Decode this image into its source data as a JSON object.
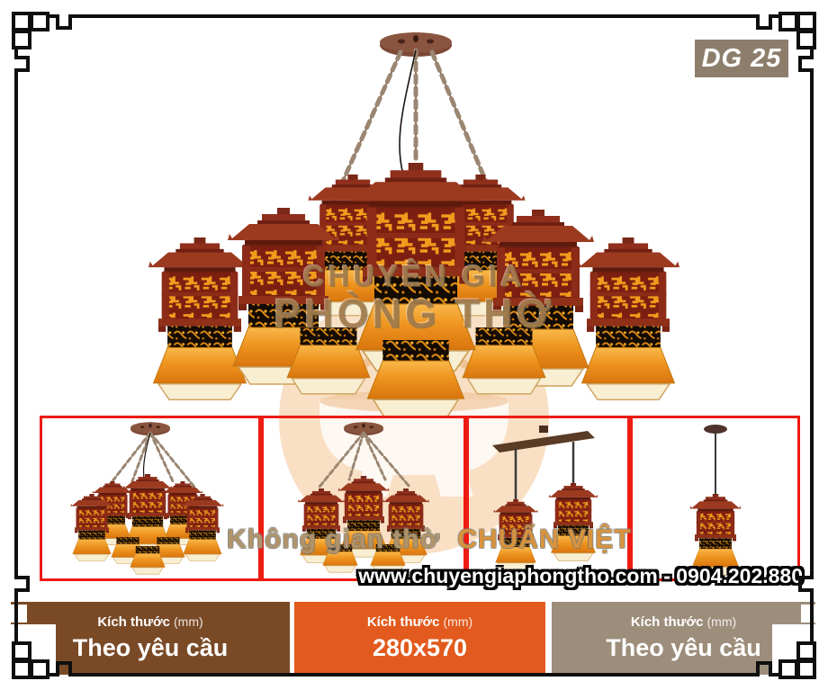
{
  "badge": {
    "label": "DG 25",
    "bg_color": "#8d7e6c"
  },
  "frame": {
    "color": "#111111",
    "style": "greek-key-corners"
  },
  "product": {
    "name": "carved-wood-lantern-chandelier",
    "colors": {
      "wood": "#8e2d18",
      "carving_glow": "#f29b1d",
      "shade": "#ee941f",
      "diffuser": "#f8eed2",
      "canopy": "#7d4936"
    }
  },
  "watermarks": {
    "product_overlay": {
      "line1": "CHUYÊN GIA",
      "line2": "PHÒNG THỜ"
    },
    "gallery_overlay": {
      "prefix": "Không gian thờ",
      "emphasis": "CHUẨN VIỆT"
    },
    "contact": "www.chuyengiaphongtho.com - 0904.202.880"
  },
  "gallery": {
    "border_color": "#ee1b12",
    "items": [
      {
        "name": "multi-lantern-chandelier-variant-a"
      },
      {
        "name": "multi-lantern-chandelier-variant-b"
      },
      {
        "name": "two-lantern-bar-pendant"
      },
      {
        "name": "single-lantern-pendant"
      }
    ]
  },
  "spec_bars": [
    {
      "label": "Kích thước",
      "unit": "(mm)",
      "value": "Theo yêu cầu",
      "bg": "#7a4a27"
    },
    {
      "label": "Kích thước",
      "unit": "(mm)",
      "value": "280x570",
      "bg": "#e25a1d"
    },
    {
      "label": "Kích thước",
      "unit": "(mm)",
      "value": "Theo yêu cầu",
      "bg": "#9d8d7b"
    }
  ]
}
